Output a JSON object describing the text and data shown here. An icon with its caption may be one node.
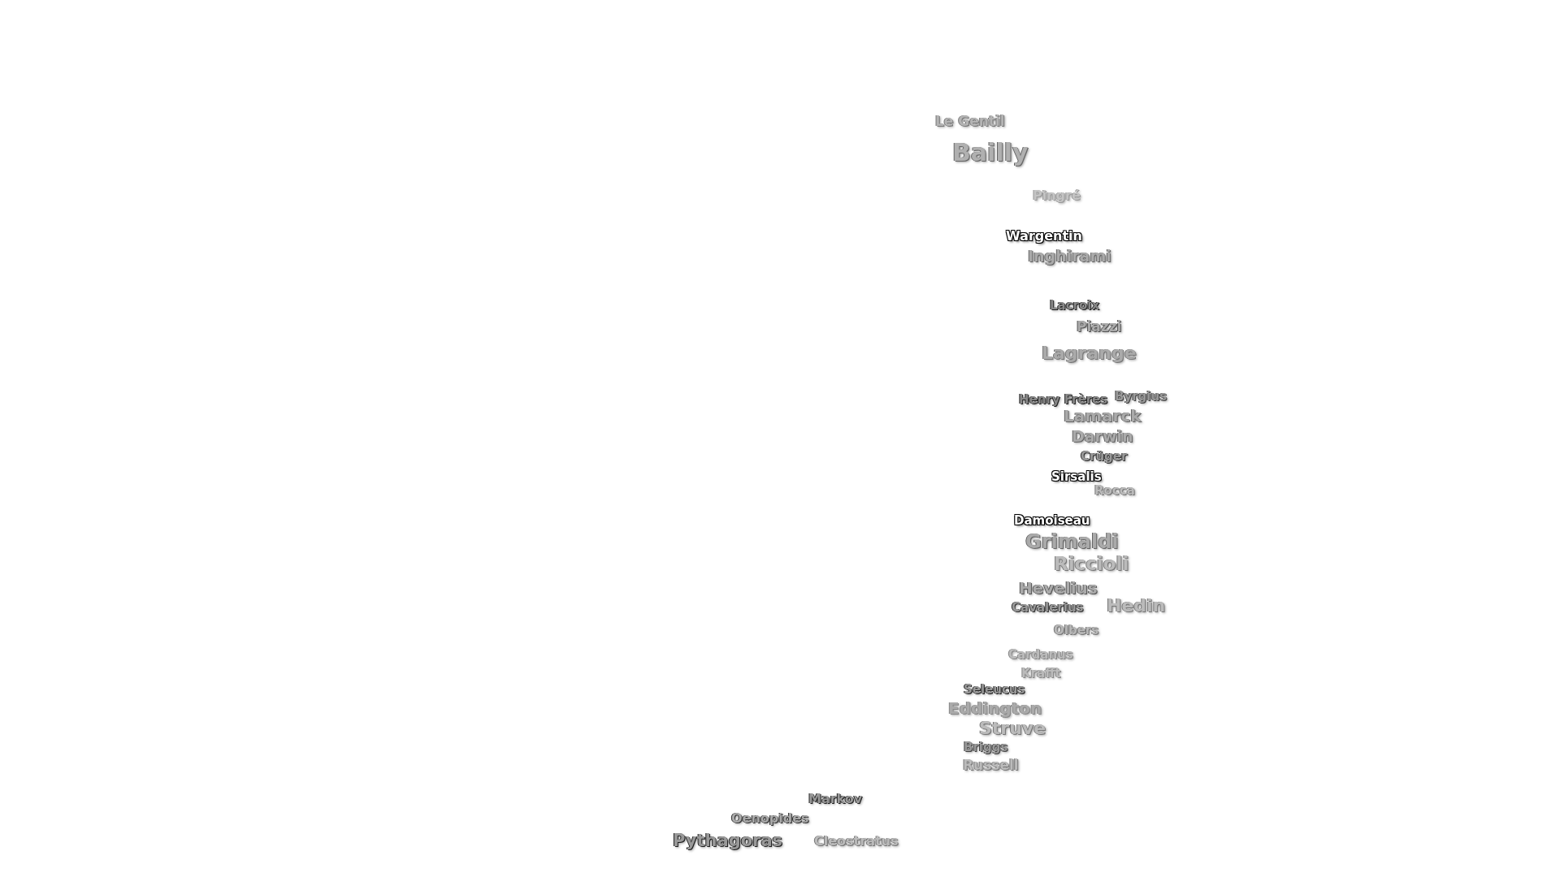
{
  "diagram": {
    "labels": [
      "Le Gentil",
      "Bailly",
      "Pingré",
      "Wargentin",
      "Inghirami",
      "Lacroix",
      "Piazzi",
      "Lagrange",
      "Henry Frères",
      "Byrgius",
      "Lamarck",
      "Darwin",
      "Crüger",
      "Sirsalis",
      "Rocca",
      "Damoiseau",
      "Grimaldi",
      "Riccioli",
      "Hevelius",
      "Hedin",
      "Cavalerius",
      "Olbers",
      "Cardanus",
      "Krafft",
      "Seleucus",
      "Eddington",
      "Struve",
      "Briggs",
      "Russell",
      "Pythagoras",
      "Oenopides",
      "Markov",
      "Cleostratus"
    ]
  }
}
